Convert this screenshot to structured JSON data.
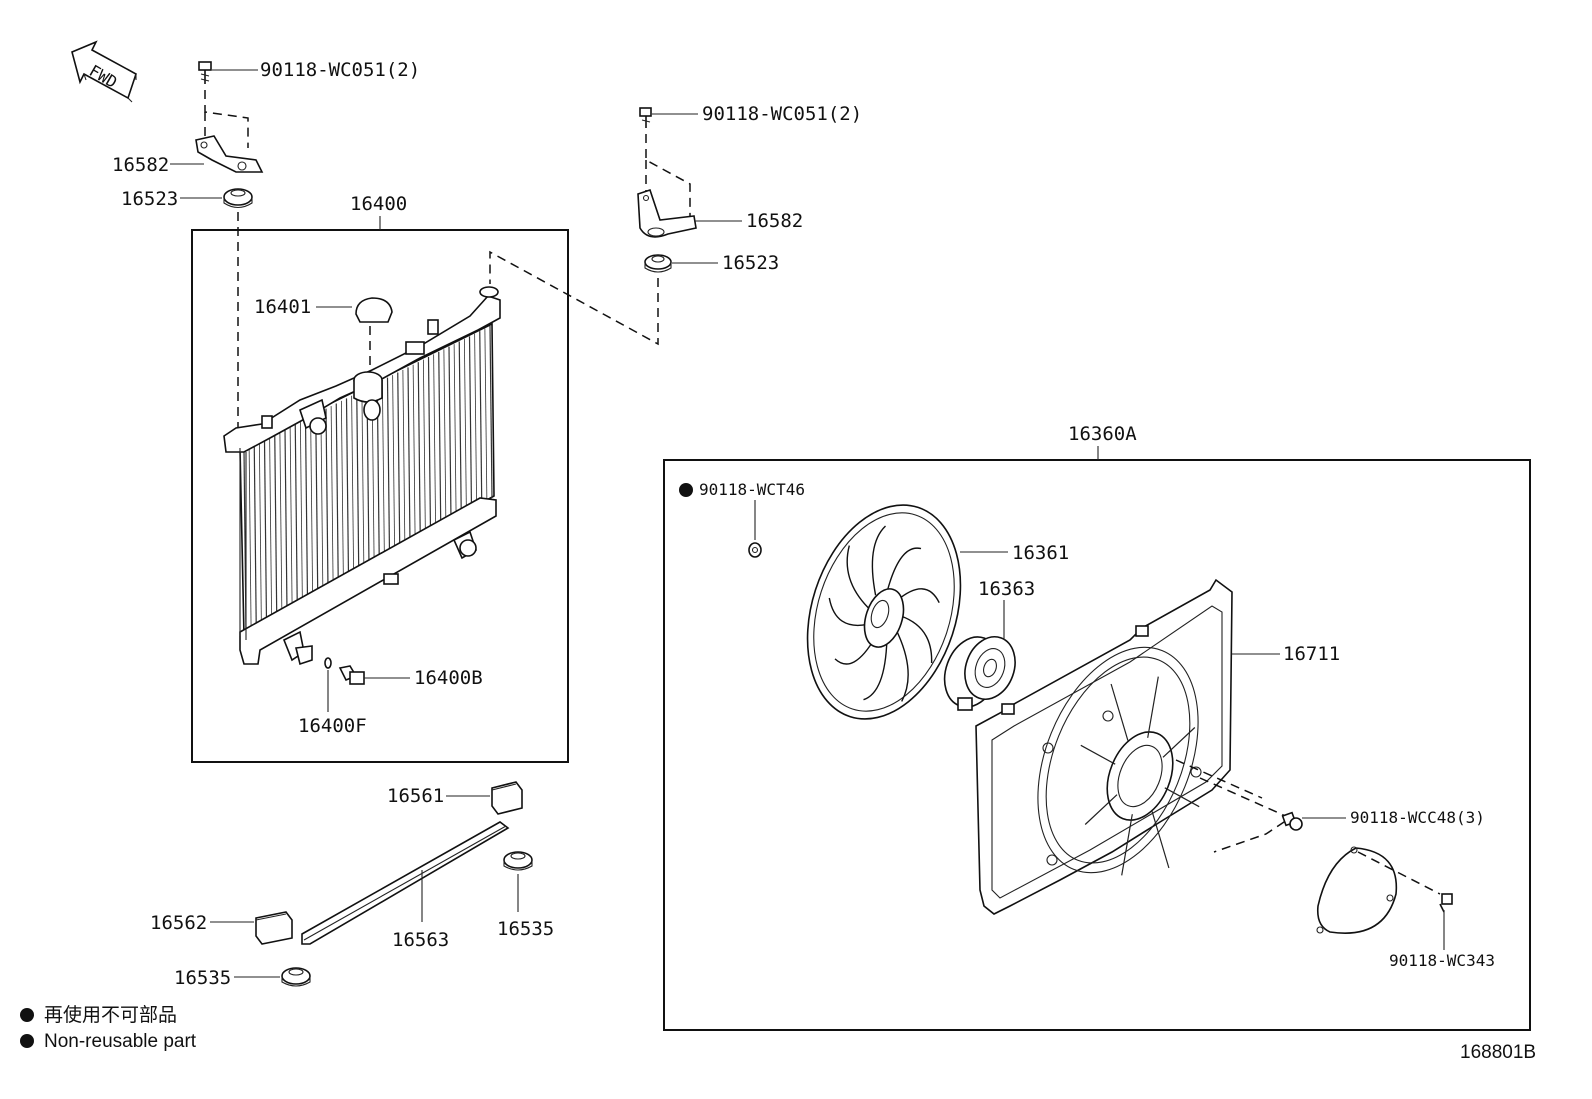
{
  "fwd_label": "FWD",
  "callouts": {
    "bolt_top_left": "90118-WC051(2)",
    "bracket_left": "16582",
    "cushion_left": "16523",
    "radiator_assy": "16400",
    "radiator_cap": "16401",
    "drain_cock": "16400B",
    "drain_oring": "16400F",
    "bolt_top_right": "90118-WC051(2)",
    "bracket_right": "16582",
    "cushion_right": "16523",
    "fan_assy": "16360A",
    "nut_fan": "90118-WCT46",
    "fan": "16361",
    "motor": "16363",
    "shroud": "16711",
    "bolt_shroud": "90118-WCC48(3)",
    "bolt_cover": "90118-WC343",
    "seal_upper": "16561",
    "seal_long": "16563",
    "seal_lower": "16562",
    "cushion_lower_right": "16535",
    "cushion_lower_left": "16535"
  },
  "legend": {
    "line_jp": "再使用不可部品",
    "line_en": "Non-reusable part"
  },
  "diagram_code": "168801B"
}
